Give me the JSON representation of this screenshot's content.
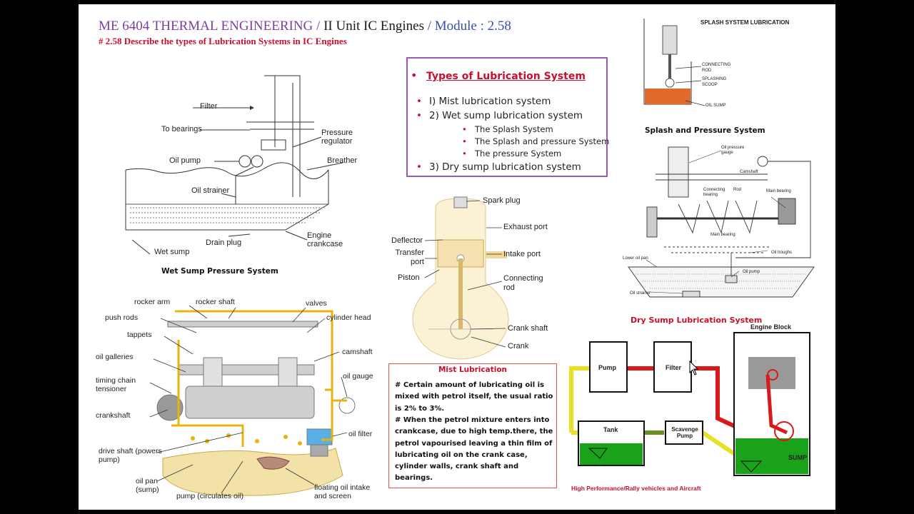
{
  "header": {
    "course": "ME 6404 THERMAL ENGINEERING",
    "sep1": "/",
    "unit": "II Unit  IC Engines",
    "sep2": "/",
    "module": "Module : 2.58",
    "question": "# 2.58  Describe the types of Lubrication Systems in IC Engines"
  },
  "types_box": {
    "heading": "Types of Lubrication System",
    "items": [
      "I)  Mist lubrication system",
      "2) Wet sump lubrication system",
      "The Splash System",
      "The Splash and pressure System",
      "The pressure System",
      "3) Dry sump lubrication system"
    ]
  },
  "wet_sump": {
    "caption": "Wet Sump Pressure System",
    "labels": {
      "filter": "Filter",
      "to_bearings": "To bearings",
      "pressure_regulator": "Pressure regulator",
      "oil_pump": "Oil pump",
      "breather": "Breather",
      "oil_strainer": "Oil strainer",
      "engine_crankcase": "Engine crankcase",
      "drain_plug": "Drain plug",
      "wet_sump": "Wet sump"
    }
  },
  "engine_diagram": {
    "labels": {
      "rocker_arm": "rocker arm",
      "rocker_shaft": "rocker shaft",
      "valves": "valves",
      "push_rods": "push rods",
      "cylinder_head": "cylinder head",
      "tappets": "tappets",
      "oil_galleries": "oil galleries",
      "camshaft": "camshaft",
      "timing_chain_tensioner": "timing chain tensioner",
      "oil_gauge": "oil gauge",
      "crankshaft": "crankshaft",
      "oil_filter": "oil filter",
      "drive_shaft": "drive shaft (powers pump)",
      "oil_pan": "oil pan (sump)",
      "pump": "pump (circulates oil)",
      "floating_oil_intake": "floating oil intake and screen"
    }
  },
  "mist_diagram": {
    "labels": {
      "spark_plug": "Spark plug",
      "exhaust_port": "Exhaust port",
      "deflector": "Deflector",
      "intake_port": "Intake port",
      "transfer_port": "Transfer port",
      "piston": "Piston",
      "connecting_rod": "Connecting rod",
      "crank_shaft": "Crank shaft",
      "crank": "Crank"
    }
  },
  "mist_box": {
    "heading": "Mist Lubrication",
    "para1": "# Certain amount of lubricating oil is mixed with petrol itself, the usual ratio is 2% to 3%.",
    "para2": "# When the petrol mixture enters into crankcase, due to high temp.there, the petrol vapourised leaving a thin film of lubricating oil on the crank case, cylinder walls, crank shaft and bearings."
  },
  "splash": {
    "title": "SPLASH SYSTEM LUBRICATION",
    "labels": {
      "connecting_rod": "CONNECTING ROD",
      "splashing_scoop": "SPLASHING SCOOP",
      "oil_sump": "OIL SUMP"
    }
  },
  "splash_pressure": {
    "caption": "Splash and Pressure System",
    "labels": {
      "oil_pressure_gauge": "Oil pressure gauge",
      "camshaft": "Camshaft",
      "connecting_bearing": "Connecting bearing",
      "rod": "Rod",
      "main_bearing_top": "Main bearing",
      "main_bearing": "Main bearing",
      "oil_troughs": "Oil troughs",
      "lower_oil_pan": "Lower oil pan",
      "oil_pump": "Oil pump",
      "oil_strainer": "Oil strainer"
    }
  },
  "dry_sump": {
    "caption": "Dry Sump Lubrication System",
    "labels": {
      "engine_block": "Engine Block",
      "pump": "Pump",
      "filter": "Filter",
      "tank": "Tank",
      "scavenge_pump": "Scavenge Pump",
      "sump": "SUMP"
    },
    "footnote": "High Performance/Rally vehicles and Aircraft",
    "colors": {
      "pressure_line": "#d91a1a",
      "return_line": "#e8e020",
      "tank_oil": "#1aa31a",
      "feed_line": "#6b8e23"
    }
  }
}
